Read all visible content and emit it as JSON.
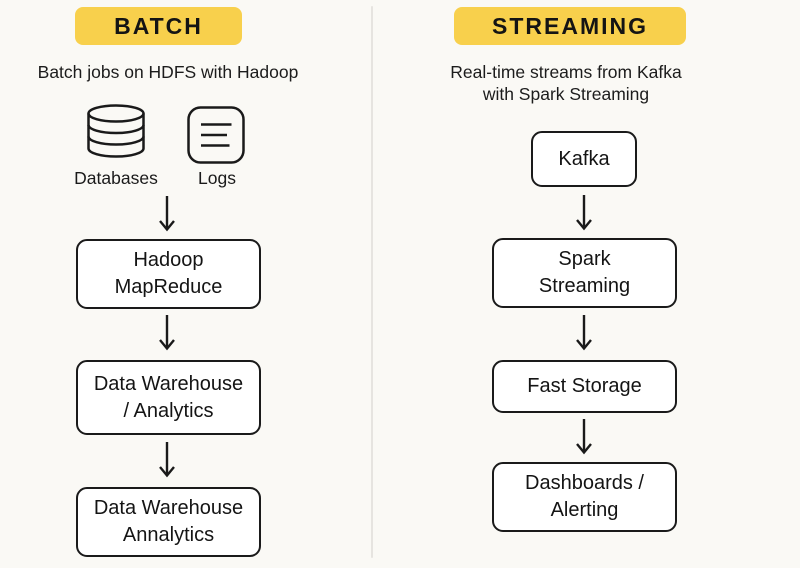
{
  "colors": {
    "background": "#FAF9F5",
    "badge_background": "#F8D04C",
    "line": "#1A1A1A",
    "divider": "#E6E4E0"
  },
  "columns": {
    "batch": {
      "badge": "BATCH",
      "subtitle": "Batch jobs on HDFS with Hadoop",
      "sources": [
        {
          "icon": "database-icon",
          "label": "Databases"
        },
        {
          "icon": "logs-icon",
          "label": "Logs"
        }
      ],
      "nodes": [
        {
          "label": "Hadoop\nMapReduce"
        },
        {
          "label": "Data Warehouse\n/ Analytics"
        },
        {
          "label": "Data Warehouse\nAnnalytics"
        }
      ]
    },
    "streaming": {
      "badge": "STREAMING",
      "subtitle": "Real-time streams from Kafka\nwith Spark Streaming",
      "nodes": [
        {
          "label": "Kafka"
        },
        {
          "label": "Spark\nStreaming"
        },
        {
          "label": "Fast Storage"
        },
        {
          "label": "Dashboards /\nAlerting"
        }
      ]
    }
  }
}
